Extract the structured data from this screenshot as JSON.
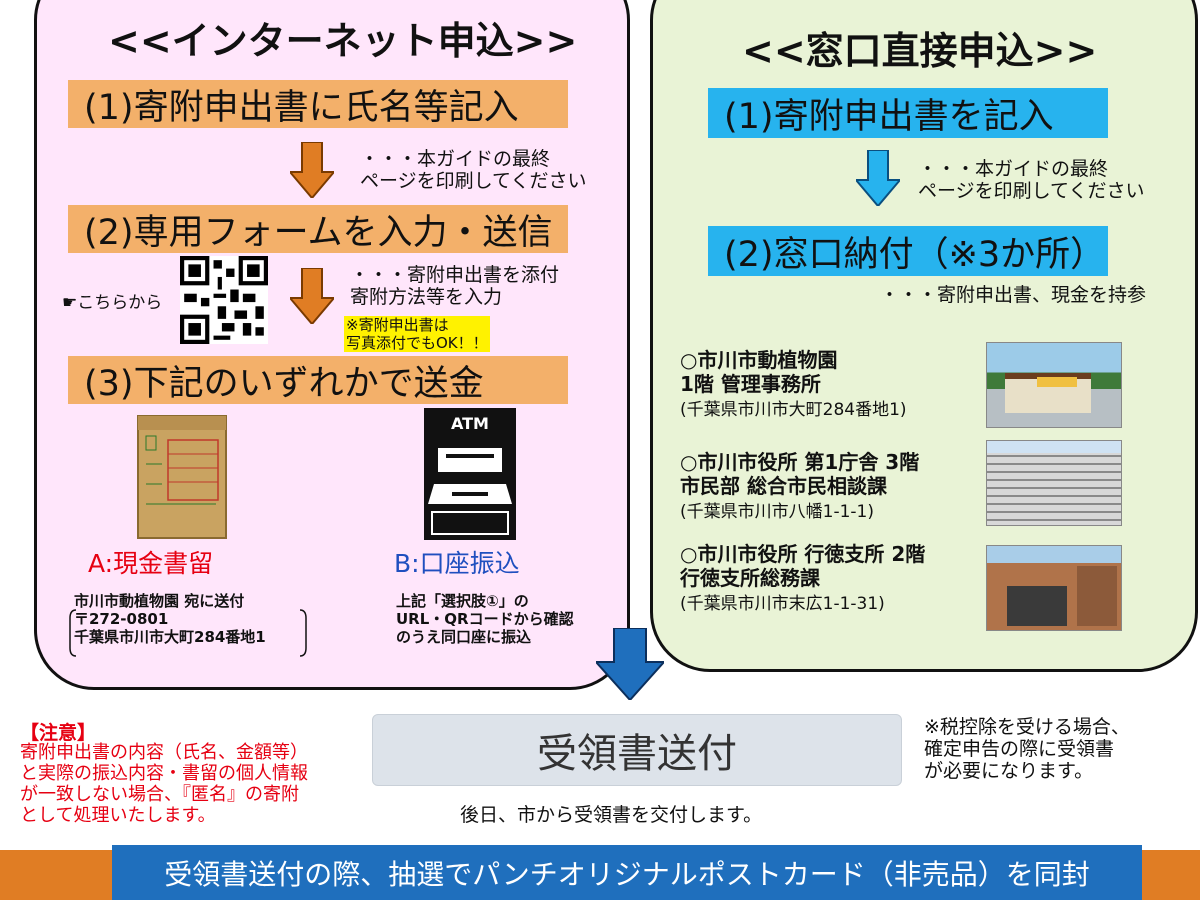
{
  "internet": {
    "title": "<<インターネット申込>>",
    "step1": "(1)寄附申出書に氏名等記入",
    "step1_note": "・・・本ガイドの最終\nページを印刷してください",
    "step2": "(2)専用フォームを入力・送信",
    "step2_note": "・・・寄附申出書を添付\n寄附方法等を入力",
    "qr_hint": "☛こちらから",
    "photo_note": "※寄附申出書は\n写真添付でもOK！！",
    "step3": "(3)下記のいずれかで送金",
    "optionA_label": "A:現金書留",
    "optionA_detail": "市川市動植物園 宛に送付\n〒272-0801\n千葉県市川市大町284番地1",
    "optionB_label": "B:口座振込",
    "optionB_detail": "上記「選択肢①」の\nURL・QRコードから確認\nのうえ同口座に振込",
    "atm_label": "ATM"
  },
  "counter": {
    "title": "<<窓口直接申込>>",
    "step1": "(1)寄附申出書を記入",
    "step1_note": "・・・本ガイドの最終\nページを印刷してください",
    "step2": "(2)窓口納付（※3か所）",
    "step2_note": "・・・寄附申出書、現金を持参",
    "locations": [
      {
        "name": "○市川市動植物園\n1階 管理事務所",
        "addr": "(千葉県市川市大町284番地1)"
      },
      {
        "name": "○市川市役所 第1庁舎 3階\n市民部 総合市民相談課",
        "addr": "(千葉県市川市八幡1-1-1)"
      },
      {
        "name": "○市川市役所 行徳支所 2階\n行徳支所総務課",
        "addr": "(千葉県市川市末広1-1-31)"
      }
    ]
  },
  "bottom": {
    "caution_title": "【注意】",
    "caution_body": "寄附申出書の内容（氏名、金額等）\nと実際の振込内容・書留の個人情報\nが一致しない場合、『匿名』の寄附\nとして処理いたします。",
    "receipt_title": "受領書送付",
    "receipt_note": "後日、市から受領書を交付します。",
    "tax_note": "※税控除を受ける場合、\n確定申告の際に受領書\nが必要になります。",
    "footer": "受領書送付の際、抽選でパンチオリジナルポストカード（非売品）を同封"
  },
  "colors": {
    "orange_step": "#f3b06a",
    "blue_step": "#27b3ee",
    "left_panel": "#ffe6fb",
    "right_panel": "#e9f3d6",
    "footer_bar": "#1f6fbd",
    "footer_band": "#e07d24",
    "caution_red": "#e60012",
    "receipt_box": "#dde3ea"
  }
}
